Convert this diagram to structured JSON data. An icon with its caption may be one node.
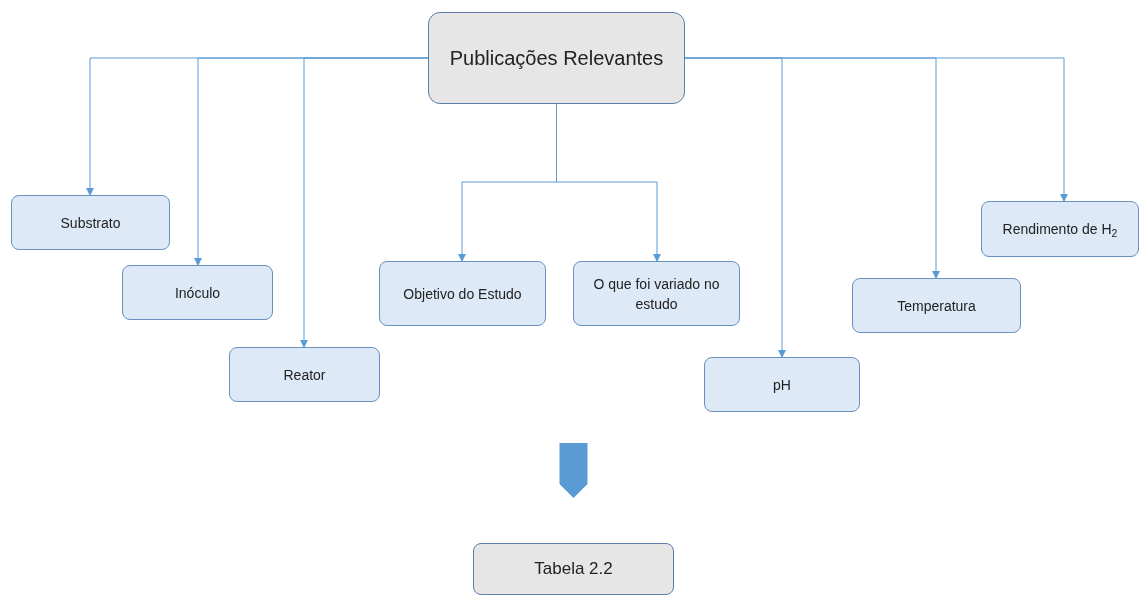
{
  "diagram": {
    "nodes": [
      {
        "text": [
          "Publicações Relevantes"
        ]
      },
      {
        "text": [
          "Substrato"
        ]
      },
      {
        "text": [
          "Inóculo"
        ]
      },
      {
        "text": [
          "Reator"
        ]
      },
      {
        "text": [
          "Objetivo do Estudo"
        ]
      },
      {
        "text": [
          "O que foi variado no estudo"
        ]
      },
      {
        "text": [
          "pH"
        ]
      },
      {
        "text": [
          "Temperatura"
        ]
      },
      {
        "text": [
          "Rendimento de H$_{2}$"
        ]
      },
      {
        "text": [
          "Tabela 2.2"
        ]
      }
    ],
    "edges": [
      {
        "from": 0,
        "to": 1,
        "arrow": "to"
      },
      {
        "from": 0,
        "to": 2,
        "arrow": "to"
      },
      {
        "from": 0,
        "to": 3,
        "arrow": "to"
      },
      {
        "from": 0,
        "to": 4,
        "arrow": "to"
      },
      {
        "from": 0,
        "to": 5,
        "arrow": "to"
      },
      {
        "from": 0,
        "to": 6,
        "arrow": "to"
      },
      {
        "from": 0,
        "to": 7,
        "arrow": "to"
      },
      {
        "from": 0,
        "to": 8,
        "arrow": "to"
      },
      {
        "from": null,
        "to": 9,
        "arrow": "to",
        "style": "thick"
      }
    ]
  }
}
